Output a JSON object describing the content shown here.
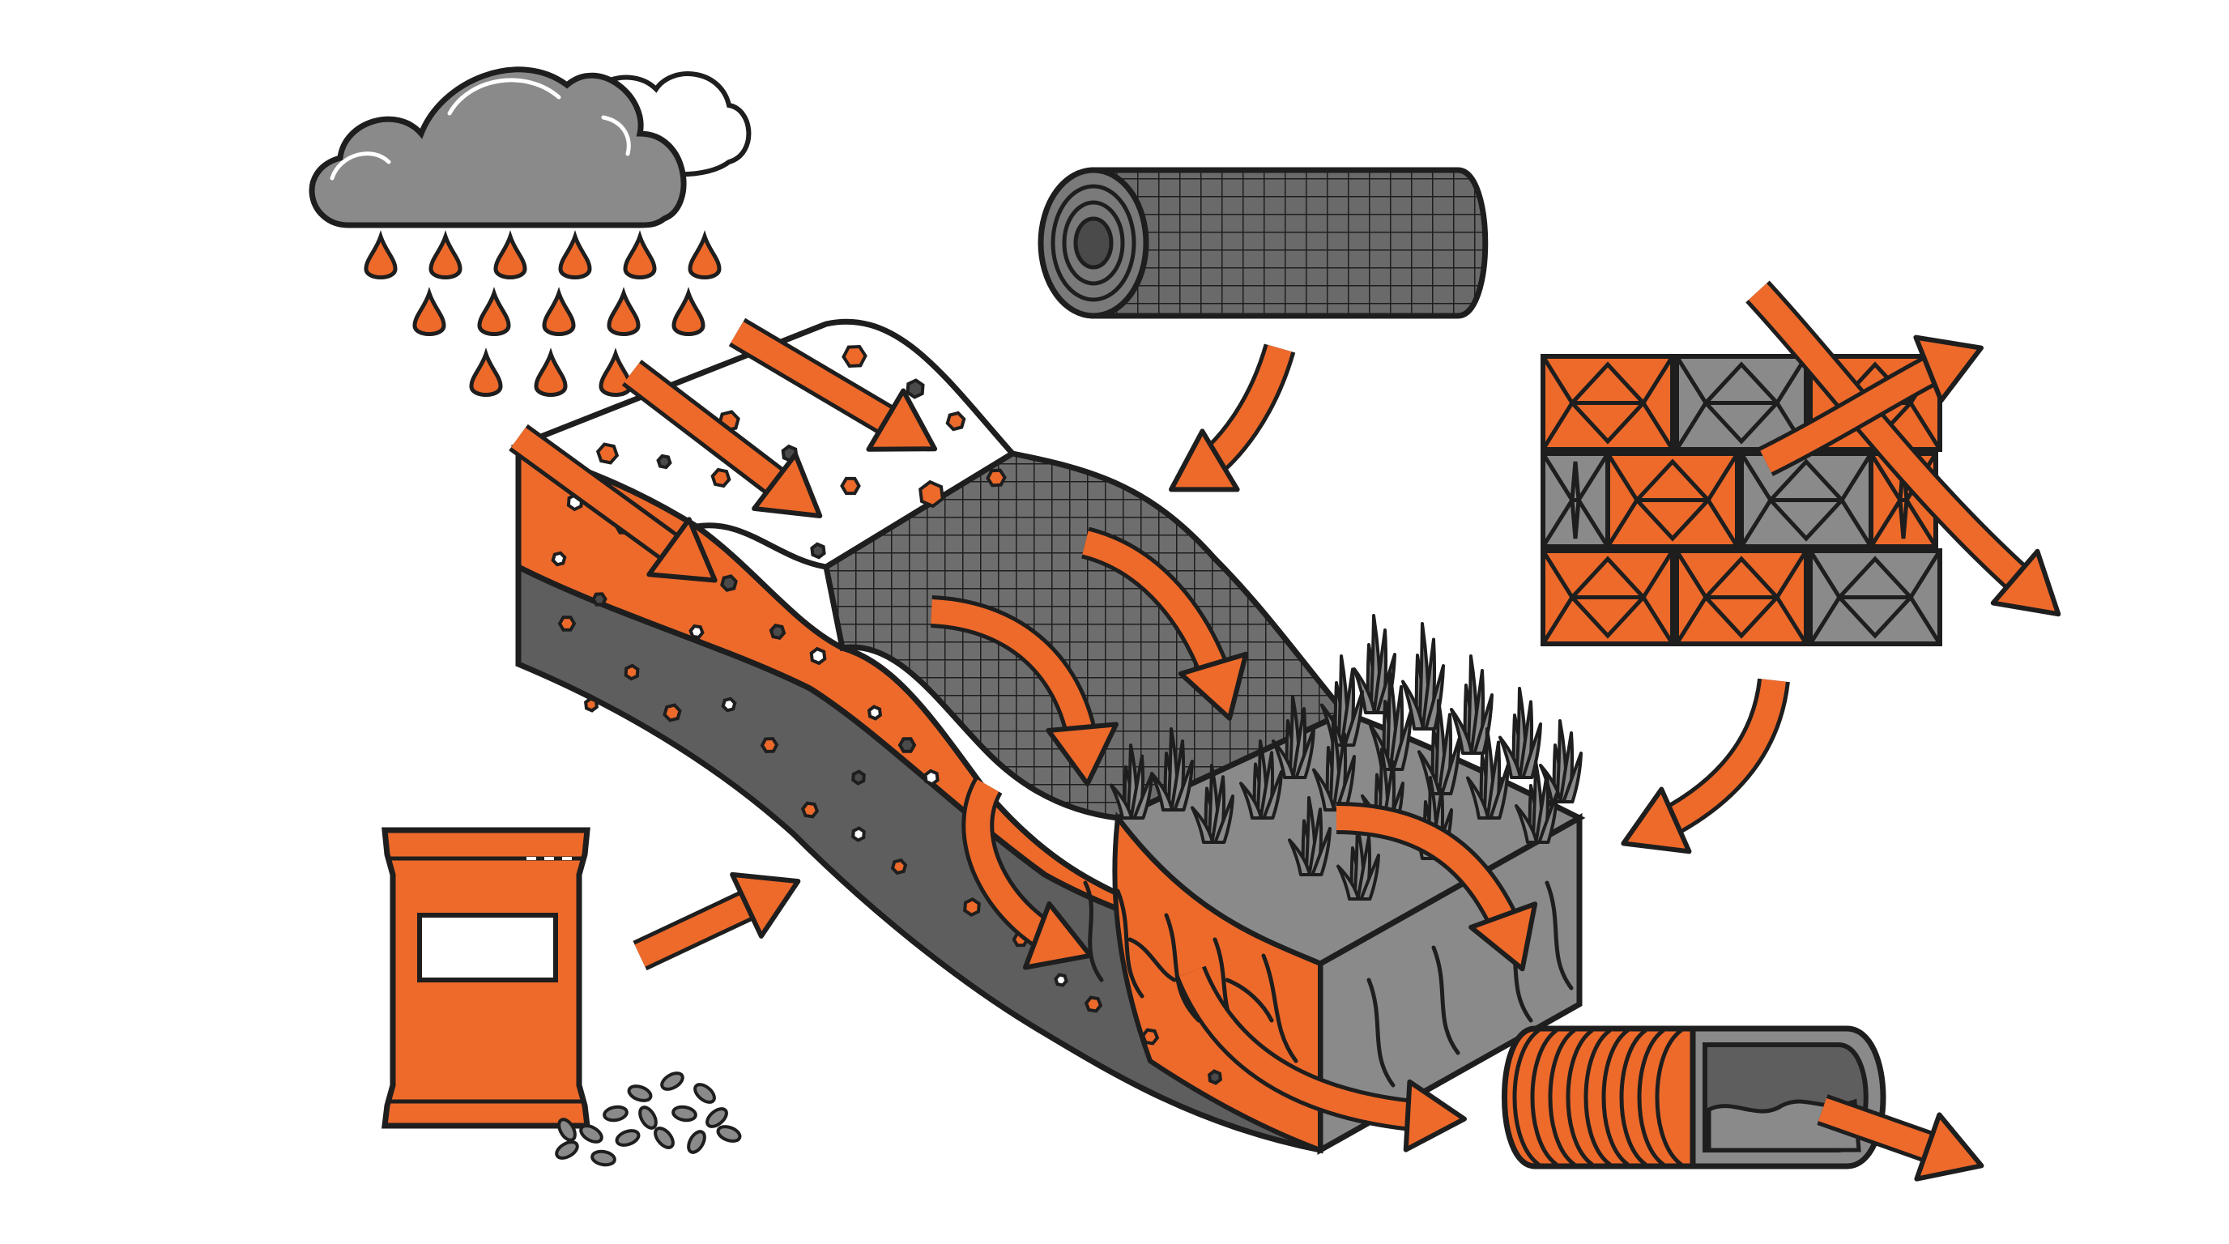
{
  "colors": {
    "orange": "#ED6A2B",
    "gray": "#8A8A8A",
    "dark_gray": "#5E5E5E",
    "light_gray": "#DCDCDC",
    "outline": "#1E1E1E",
    "background": "#FFFFFF"
  },
  "elements": {
    "cloud": "rain-cloud-icon",
    "raindrops": "raindrops",
    "slope": "soil-slope-cross-section",
    "mesh_roll": "erosion-control-mesh-roll-icon",
    "mesh_blanket": "mesh-blanket",
    "grass": "grass-vegetation",
    "block_wall": "retaining-block-wall-icon",
    "seed_bag": "seed-bag-icon",
    "seeds": "scattered-seeds",
    "drain_pipe": "corrugated-drain-pipe-icon"
  }
}
